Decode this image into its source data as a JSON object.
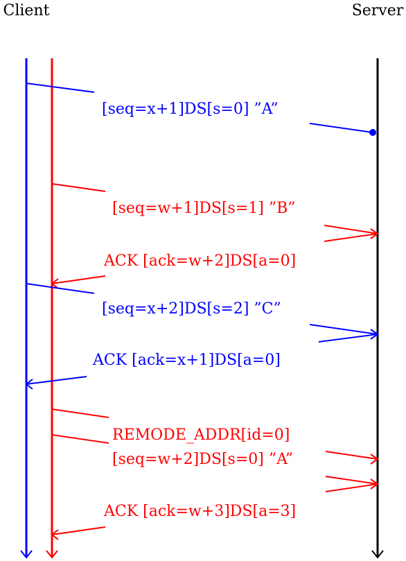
{
  "header": {
    "client": "Client",
    "server": "Server"
  },
  "colors": {
    "blue": "#0000ff",
    "red": "#ff0000",
    "black": "#000000"
  },
  "messages": {
    "m1": "[seq=x+1]DS[s=0] ”A”",
    "m2": "[seq=w+1]DS[s=1] ”B”",
    "m3": "ACK [ack=w+2]DS[a=0]",
    "m4": "[seq=x+2]DS[s=2] ”C”",
    "m5": "ACK [ack=x+1]DS[a=0]",
    "m6": "REMODE_ADDR[id=0]",
    "m7": "[seq=w+2]DS[s=0] ”A”",
    "m8": "ACK [ack=w+3]DS[a=3]"
  }
}
